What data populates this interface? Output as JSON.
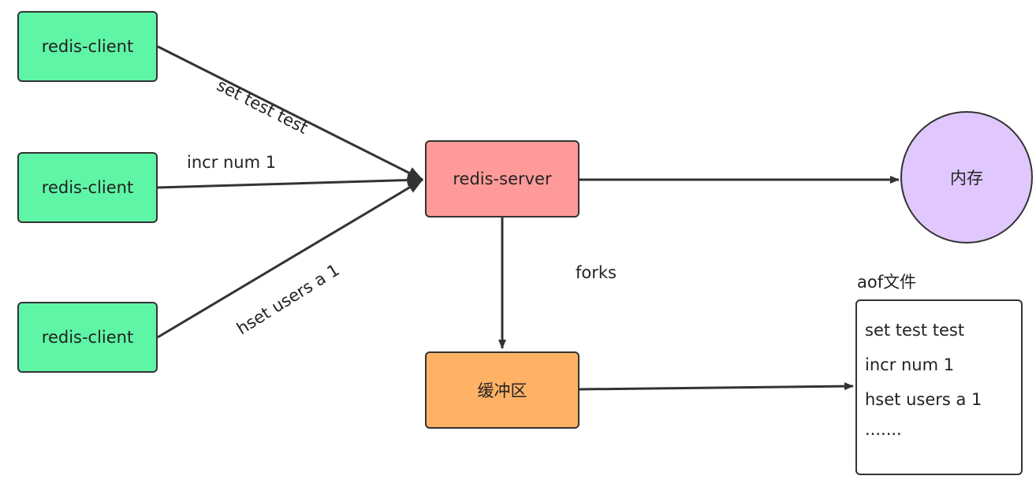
{
  "nodes": {
    "client_1": "redis-client",
    "client_2": "redis-client",
    "client_3": "redis-client",
    "server": "redis-server",
    "memory": "内存",
    "buffer": "缓冲区"
  },
  "edge_labels": {
    "client_1_to_server": "set test test",
    "client_2_to_server": "incr num 1",
    "client_3_to_server": "hset users a 1",
    "server_to_buffer": "forks"
  },
  "aof": {
    "title": "aof文件",
    "lines": [
      "set test test",
      "incr num 1",
      "hset users a 1",
      "......."
    ]
  },
  "colors": {
    "client": "#5ff5a6",
    "server": "#ff9a9a",
    "buffer": "#ffb266",
    "memory": "#e0c8ff",
    "line": "#333333"
  }
}
